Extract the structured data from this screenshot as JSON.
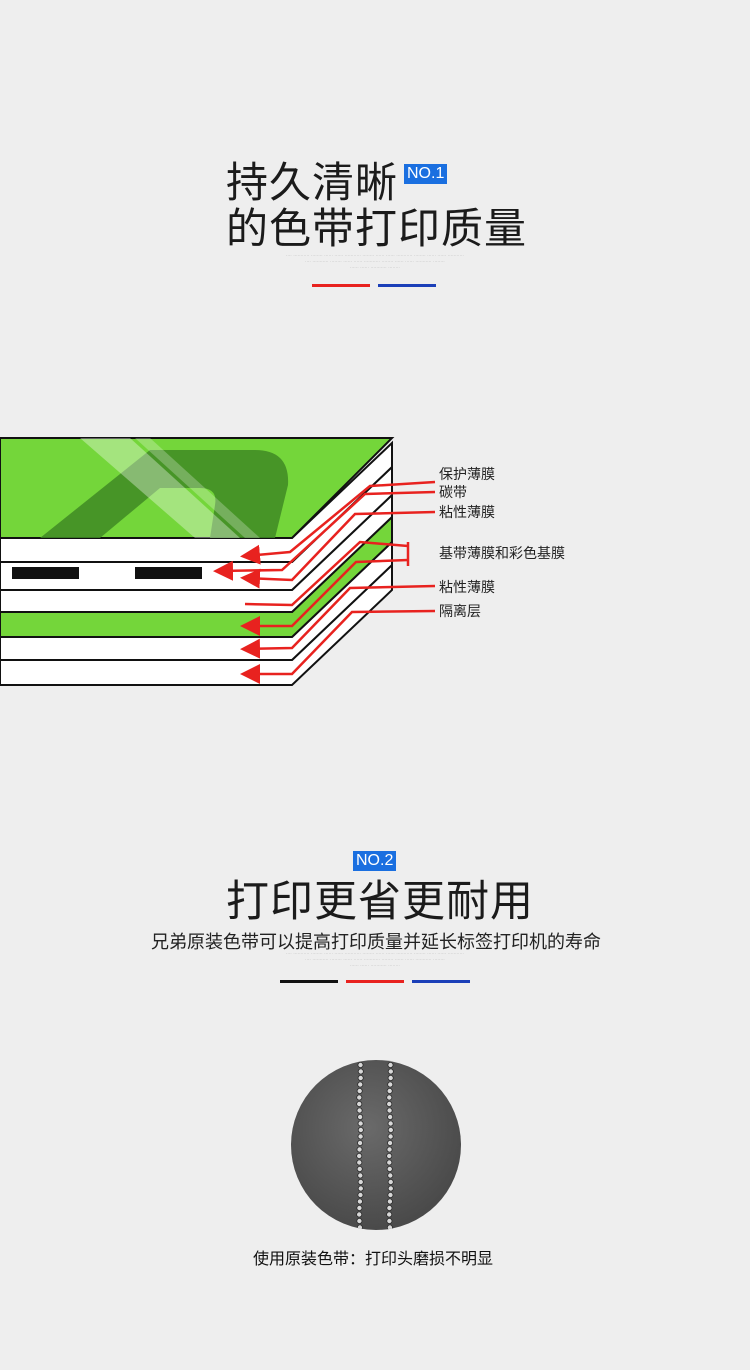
{
  "section1": {
    "title_line1": "持久清晰",
    "title_line2": "的色带打印质量",
    "badge": "NO.1",
    "bars": [
      "#e8221f",
      "#1b3fb8"
    ]
  },
  "diagram": {
    "labels": [
      "保护薄膜",
      "碳带",
      "粘性薄膜",
      "基带薄膜和彩色基膜",
      "粘性薄膜",
      "隔离层"
    ],
    "accent_color": "#74d63a",
    "arrow_color": "#e8221f"
  },
  "section2": {
    "badge": "NO.2",
    "title": "打印更省更耐用",
    "subtitle": "兄弟原装色带可以提高打印质量并延长标签打印机的寿命",
    "bars": [
      "#111111",
      "#e8221f",
      "#1b3fb8"
    ]
  },
  "closeup": {
    "caption": "使用原装色带：打印头磨损不明显"
  }
}
